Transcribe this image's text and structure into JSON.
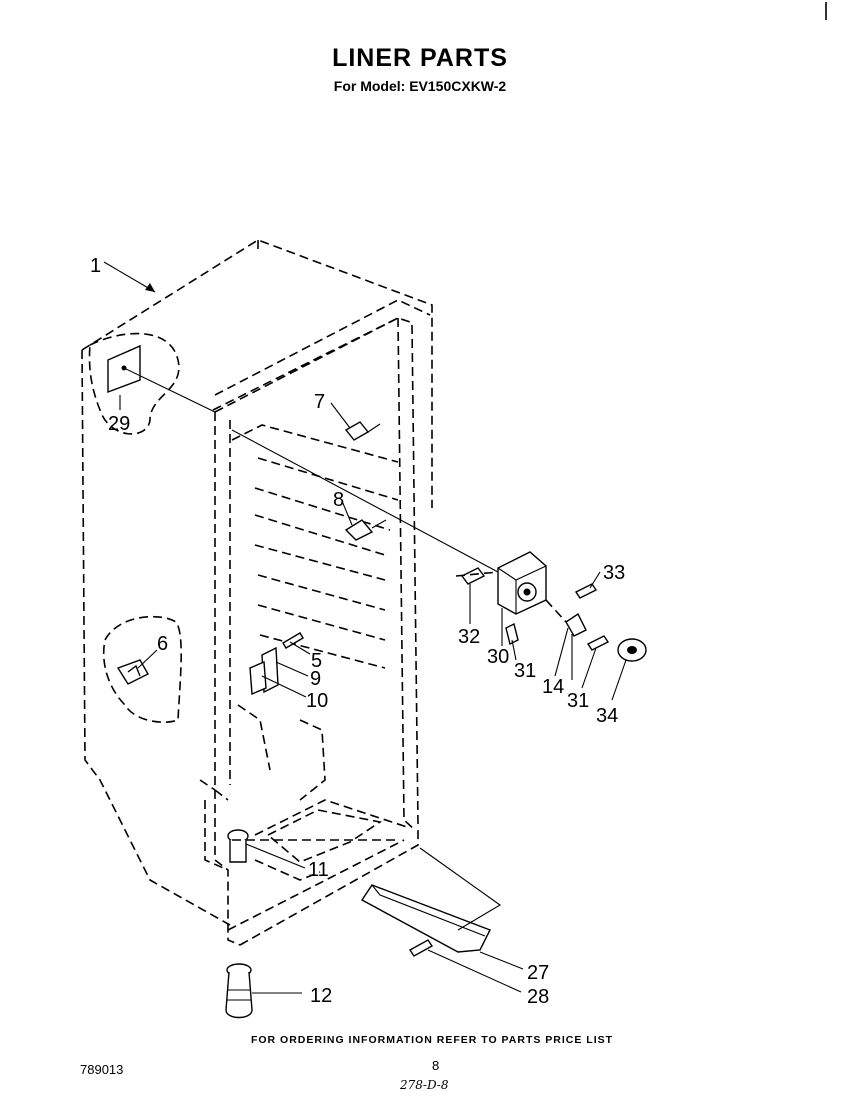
{
  "header": {
    "title": "LINER PARTS",
    "subtitle": "For Model: EV150CXKW-2"
  },
  "callouts": [
    "1",
    "29",
    "7",
    "8",
    "6",
    "5",
    "9",
    "10",
    "11",
    "12",
    "27",
    "28",
    "33",
    "32",
    "30",
    "31",
    "14",
    "31",
    "34"
  ],
  "footer": {
    "notice": "FOR ORDERING INFORMATION REFER TO PARTS PRICE LIST",
    "doc_number": "789013",
    "page_number": "8",
    "handwritten_note": "278-D-8"
  }
}
